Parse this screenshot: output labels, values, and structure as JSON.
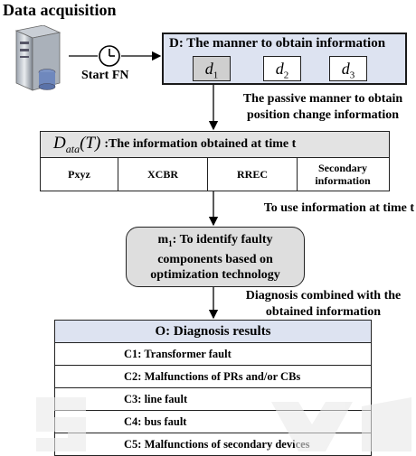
{
  "title": "Data acquisition",
  "start_label": "Start FN",
  "d_box": {
    "title": "D: The manner to obtain information",
    "items": [
      {
        "sym": "d",
        "sub": "1"
      },
      {
        "sym": "d",
        "sub": "2"
      },
      {
        "sym": "d",
        "sub": "3"
      }
    ]
  },
  "notes": {
    "passive": "The passive manner to obtain position change information",
    "use_info": "To use information at time t",
    "combined": "Diagnosis combined with the obtained information"
  },
  "data_table": {
    "symbol": "D",
    "symbol_sub": "ata",
    "symbol_arg": "(T)",
    "header": ":The information obtained at time t",
    "cells": [
      "Pxyz",
      "XCBR",
      "RREC",
      "Secondary information"
    ]
  },
  "m_box": {
    "symbol": "m",
    "symbol_sub": "1",
    "text": ": To identify faulty components based on optimization technology"
  },
  "o_box": {
    "header": "O: Diagnosis results",
    "rows": [
      "C1: Transformer fault",
      "C2: Malfunctions of PRs and/or CBs",
      "C3: line fault",
      "C4: bus fault",
      "C5: Malfunctions of secondary devices"
    ]
  },
  "colors": {
    "d_box_fill": "#dde3f1",
    "o_header_fill": "#dde3f1",
    "m_box_fill": "#dedede",
    "table_header_fill": "#e3e3e3"
  }
}
